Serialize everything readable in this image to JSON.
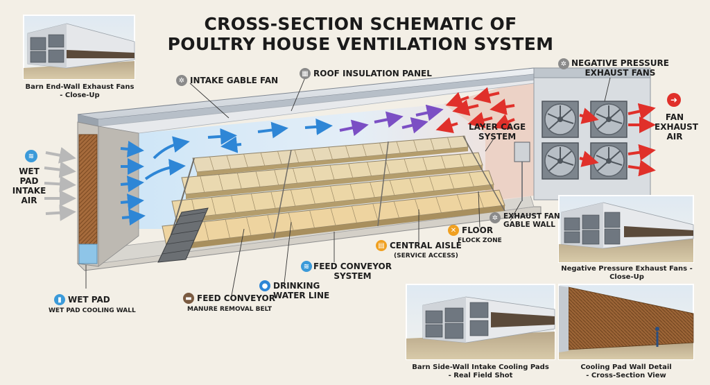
{
  "title_line1": "CROSS-SECTION SCHEMATIC OF",
  "title_line2": "POULTRY HOUSE VENTILATION SYSTEM",
  "labels": {
    "intake_gable_fan": "INTAKE GABLE FAN",
    "roof_insulation_panel": "ROOF INSULATION PANEL",
    "negative_pressure_line1": "NEGATIVE PRESSURE",
    "negative_pressure_line2": "EXHAUST FANS",
    "fan_exhaust_line1": "FAN",
    "fan_exhaust_line2": "EXHAUST",
    "fan_exhaust_line3": "AIR",
    "layer_cage_line1": "LAYER CAGE",
    "layer_cage_line2": "SYSTEM",
    "wet_pad_intake_line1": "WET PAD",
    "wet_pad_intake_line2": "INTAKE",
    "wet_pad_intake_line3": "AIR",
    "exhaust_fan_gable_line1": "EXHAUST FAN",
    "exhaust_fan_gable_line2": "GABLE WALL",
    "floor": "FLOOR",
    "flock_zone": "FLOCK ZONE",
    "central_aisle": "CENTRAL AISLE",
    "service_access": "(SERVICE ACCESS)",
    "feed_conveyor_system_line1": "FEED CONVEYOR",
    "feed_conveyor_system_line2": "SYSTEM",
    "drinking_line1": "DRINKING",
    "drinking_line2": "WATER LINE",
    "feed_conveyor": "FEED CONVEYOR",
    "manure_belt": "MANURE REMOVAL BELT",
    "wet_pad": "WET PAD",
    "wet_pad_wall": "WET PAD COOLING WALL"
  },
  "photos": {
    "end_wall_line1": "Barn End-Wall Exhaust Fans",
    "end_wall_line2": "- Close-Up",
    "neg_line1": "Negative Pressure Exhaust Fans -",
    "neg_line2": "Close-Up",
    "side_line1": "Barn Side-Wall Intake Cooling Pads",
    "side_line2": "- Real Field Shot",
    "pad_line1": "Cooling Pad Wall Detail",
    "pad_line2": "- Cross-Section View"
  },
  "colors": {
    "intake_arrow": "#2e86d6",
    "mid_arrow": "#7b4fc4",
    "exhaust_arrow": "#e0302a",
    "pad": "#a87040",
    "background": "#f3efe6"
  },
  "icons": {
    "intake_gable_fan": "fan-icon",
    "roof_insulation_panel": "panel-icon",
    "negative_pressure": "fan-icon",
    "fan_exhaust": "arrow-right-icon",
    "wet_pad_intake": "wind-icon",
    "exhaust_fan_gable": "fan-icon",
    "floor": "floor-icon",
    "central_aisle": "aisle-icon",
    "feed_conveyor_system": "conveyor-icon",
    "drinking_water": "water-drop-icon",
    "feed_conveyor": "belt-icon",
    "wet_pad": "pad-icon"
  }
}
